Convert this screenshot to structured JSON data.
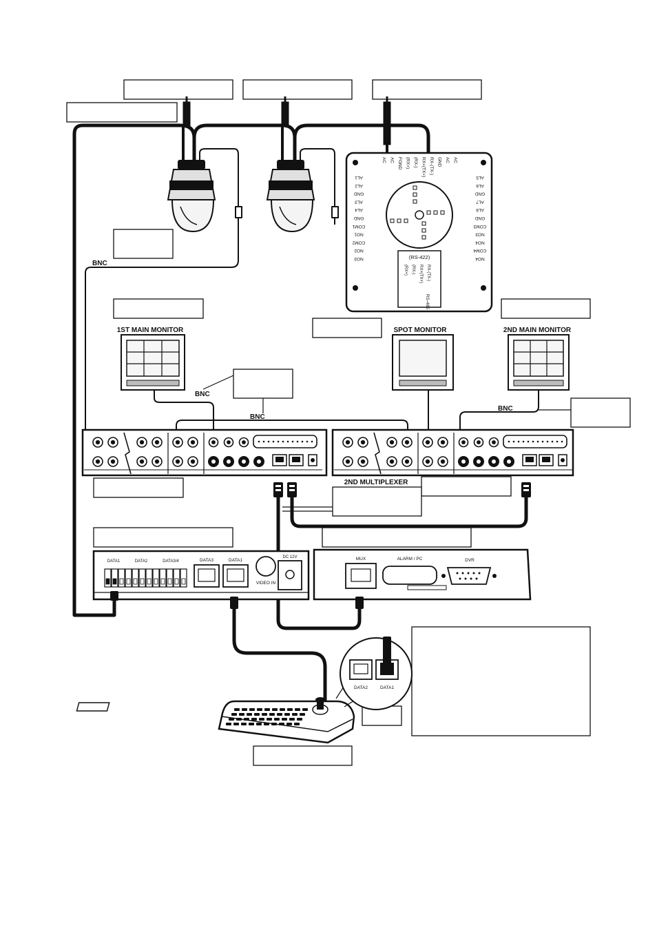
{
  "labels": {
    "bnc_left": "BNC",
    "bnc_mon1": "BNC",
    "bnc_mid": "BNC",
    "bnc_mon2": "BNC",
    "monitor1": "1ST MAIN MONITOR",
    "spot_monitor": "SPOT MONITOR",
    "monitor2": "2ND MAIN MONITOR",
    "mux2": "2ND MULTIPLEXER",
    "rs422": "(RS-422)",
    "rs485": "RS-485",
    "video_in": "VIDEO IN",
    "data1": "DATA1",
    "data2": "DATA2",
    "mux_port": "MUX",
    "alarm_pc": "ALARM / PC",
    "dvr_port": "DVR",
    "dc_12v": "DC 12V",
    "receiver_top": [
      "AC",
      "AC",
      "FGND",
      "(RX+)",
      "(RX-)",
      "RX+(TX+)",
      "RX-(TX-)",
      "GND",
      "AC",
      "AC"
    ],
    "receiver_left": [
      "AL1",
      "AL2",
      "GND",
      "AL3",
      "AL4",
      "GND",
      "COM1",
      "NO1",
      "COM2",
      "NO2",
      "NO3"
    ],
    "receiver_right": [
      "AL5",
      "AL6",
      "GND",
      "AL7",
      "AL8",
      "GND",
      "COM3",
      "NO3",
      "NO4",
      "COM4",
      "NO4"
    ],
    "rs_block": [
      "(RX+)",
      "(RX-)",
      "RX+(TX+)",
      "RX-(TX-)"
    ],
    "kc_terminals": [
      "DATA1",
      "DATA2",
      "DATA3/4"
    ],
    "kc_ports": [
      "DATA3",
      "DATA1"
    ]
  },
  "colors": {
    "ink": "#111111",
    "paper": "#ffffff",
    "panel": "#e6e6e6",
    "screen": "#f2f2f2"
  }
}
